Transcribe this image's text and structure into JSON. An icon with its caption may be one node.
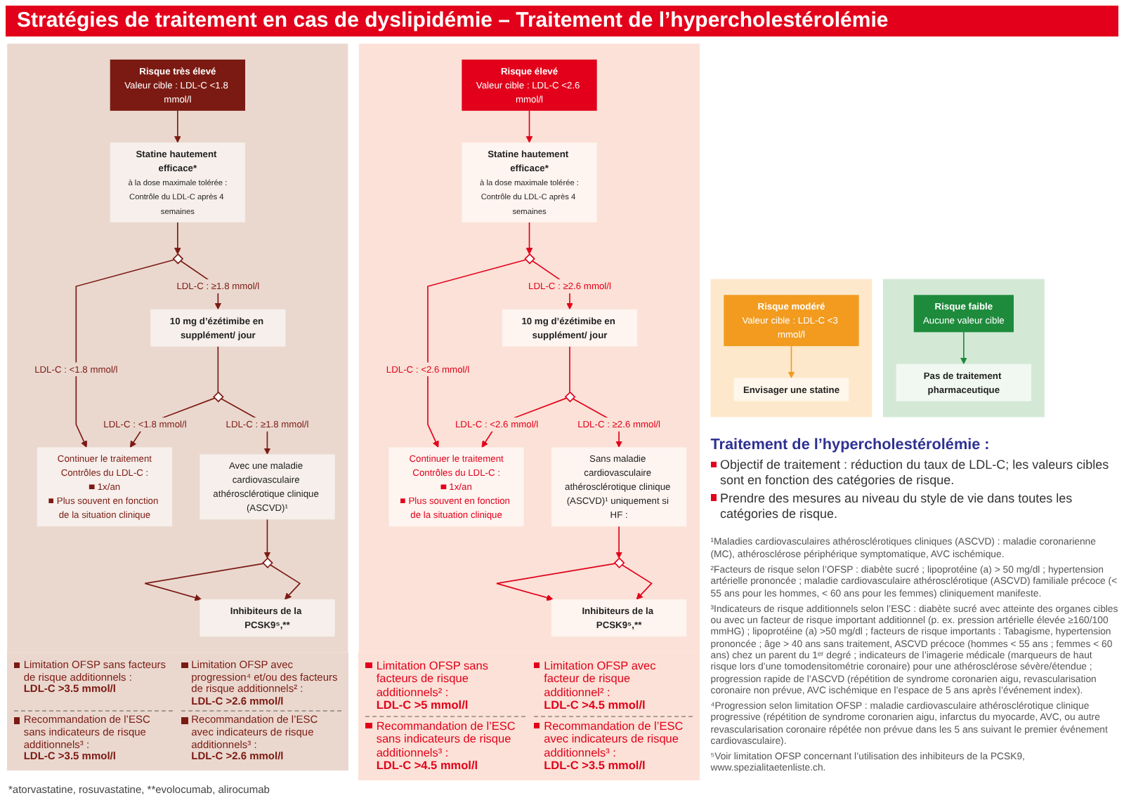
{
  "diagram": {
    "title": "Stratégies de traitement en cas de dyslipidémie – Traitement de l’hypercholestérolémie",
    "nodes": [
      {
        "text": [],
        "shape": "box"
      },
      {
        "text": [
          "Risque très élevé",
          "Valeur cible : LDL-C <1.8 mmol/l"
        ],
        "in": 0
      },
      {
        "text": [
          "Statine hautement efficace*",
          "à la dose maximale tolérée :",
          "Contrôle du LDL-C après 4 semaines"
        ],
        "in": 0
      },
      {
        "text": [],
        "shape": "diamond",
        "in": 0
      },
      {
        "text": [
          "Continuer le traitement",
          "Contrôles du LDL-C :",
          "1x/an",
          "Plus souvent en fonction de la situation clinique"
        ],
        "in": 0
      },
      {
        "text": [
          "10 mg d’ézétimibe en supplément/ jour"
        ],
        "in": 0
      },
      {
        "text": [],
        "shape": "diamond",
        "in": 0
      },
      {
        "text": [
          "Avec une maladie cardiovasculaire athérosclérotique clinique (ASCVD)¹"
        ],
        "in": 0
      },
      {
        "text": [],
        "shape": "diamond",
        "in": 0
      },
      {
        "text": [
          "Inhibiteurs de la PCSK9⁵,**"
        ],
        "in": 0
      },
      {
        "text": [],
        "shape": "box"
      },
      {
        "text": [
          "Risque élevé",
          "Valeur cible : LDL-C <2.6 mmol/l"
        ],
        "in": 10
      },
      {
        "text": [
          "Statine hautement efficace*",
          "à la dose maximale tolérée :",
          "Contrôle du LDL-C après 4 semaines"
        ],
        "in": 10
      },
      {
        "text": [],
        "shape": "diamond",
        "in": 10
      },
      {
        "text": [
          "10 mg d’ézétimibe en supplément/ jour"
        ],
        "in": 10
      },
      {
        "text": [
          "Continuer le traitement",
          "Contrôles du LDL-C :",
          "1x/an",
          "Plus souvent en fonction de la situation clinique"
        ],
        "in": 10
      },
      {
        "text": [],
        "shape": "diamond",
        "in": 10
      },
      {
        "text": [
          "Sans maladie cardiovasculaire athérosclérotique clinique (ASCVD)¹ uniquement si HF :"
        ],
        "in": 10
      },
      {
        "text": [],
        "shape": "diamond",
        "in": 10
      },
      {
        "text": [
          "Inhibiteurs de la PCSK9⁵,**"
        ],
        "in": 10
      },
      {
        "text": [],
        "shape": "box"
      },
      {
        "text": [
          "Risque modéré",
          "Valeur cible : LDL-C <3 mmol/l"
        ],
        "in": 20
      },
      {
        "text": [
          "Envisager une statine"
        ],
        "in": 20
      },
      {
        "text": [],
        "shape": "box"
      },
      {
        "text": [
          "Risque faible",
          "Aucune valeur cible"
        ],
        "in": 23
      },
      {
        "text": [
          "Pas de traitement pharmaceutique"
        ],
        "in": 23
      }
    ],
    "edges": [
      {
        "from": 1,
        "to": 2,
        "arrow": "to",
        "color": "#7b1a12"
      },
      {
        "from": 2,
        "to": 3,
        "arrow": "to",
        "color": "#7b1a12"
      },
      {
        "from": 3,
        "to": 4,
        "arrow": "to",
        "label": "LDL-C : <1.8 mmol/l",
        "color": "#7b1a12"
      },
      {
        "from": 3,
        "to": 5,
        "arrow": "to",
        "label": "LDL-C : ≥1.8 mmol/l",
        "color": "#7b1a12"
      },
      {
        "from": 5,
        "to": 6,
        "arrow": "none",
        "color": "#7b1a12"
      },
      {
        "from": 6,
        "to": 4,
        "arrow": "to",
        "label": "LDL-C : <1.8 mmol/l",
        "color": "#7b1a12"
      },
      {
        "from": 6,
        "to": 7,
        "arrow": "to",
        "label": "LDL-C : ≥1.8 mmol/l",
        "color": "#7b1a12"
      },
      {
        "from": 7,
        "to": 8,
        "arrow": "to",
        "color": "#7b1a12"
      },
      {
        "from": 8,
        "to": 9,
        "arrow": "to",
        "color": "#7b1a12"
      },
      {
        "from": 8,
        "to": 9,
        "arrow": "to",
        "color": "#7b1a12"
      },
      {
        "from": 11,
        "to": 12,
        "arrow": "to",
        "color": "#e2001a"
      },
      {
        "from": 12,
        "to": 13,
        "arrow": "to",
        "color": "#e2001a"
      },
      {
        "from": 13,
        "to": 14,
        "arrow": "to",
        "label": "LDL-C : ≥2.6 mmol/l",
        "color": "#e2001a"
      },
      {
        "from": 13,
        "to": 15,
        "arrow": "to",
        "label": "LDL-C : <2.6 mmol/l",
        "color": "#e2001a"
      },
      {
        "from": 14,
        "to": 16,
        "arrow": "none",
        "color": "#e2001a"
      },
      {
        "from": 16,
        "to": 15,
        "arrow": "to",
        "label": "LDL-C : <2.6 mmol/l",
        "color": "#e2001a"
      },
      {
        "from": 16,
        "to": 17,
        "arrow": "to",
        "label": "LDL-C : ≥2.6 mmol/l",
        "color": "#e2001a"
      },
      {
        "from": 17,
        "to": 18,
        "arrow": "to",
        "color": "#e2001a"
      },
      {
        "from": 18,
        "to": 19,
        "arrow": "to",
        "color": "#e2001a"
      },
      {
        "from": 18,
        "to": 19,
        "arrow": "to",
        "color": "#e2001a"
      },
      {
        "from": 21,
        "to": 22,
        "arrow": "to",
        "color": "#f29b1f"
      },
      {
        "from": 24,
        "to": 25,
        "arrow": "to",
        "color": "#1e8b3c"
      }
    ],
    "labels": [
      "Limitation OFSP sans facteurs de risque additionnels :",
      "LDL-C >3.5 mmol/l",
      "Limitation OFSP avec progression⁴ et/ou des facteurs de risque additionnels² :",
      "LDL-C >2.6 mmol/l",
      "Recommandation de l’ESC sans indicateurs de risque additionnels³ :",
      "LDL-C >3.5 mmol/l",
      "Recommandation de l’ESC avec indicateurs de risque additionnels³ :",
      "LDL-C >2.6 mmol/l",
      "Limitation OFSP sans facteurs de risque additionnels² :",
      "LDL-C >5 mmol/l",
      "Limitation OFSP avec facteur de risque additionnel² :",
      "LDL-C >4.5 mmol/l",
      "Recommandation de l’ESC sans indicateurs de risque additionnels³ :",
      "LDL-C >4.5 mmol/l",
      "Recommandation de l’ESC avec indicateurs de risque additionnels³ :",
      "LDL-C >3.5 mmol/l",
      "Traitement de l’hypercholestérolémie :",
      "Objectif de traitement : réduction du taux de LDL-C; les valeurs cibles sont en fonction des catégories de risque.",
      "Prendre des mesures au niveau du style de vie dans toutes les catégories de risque.",
      "¹Maladies cardiovasculaires athérosclérotiques cliniques (ASCVD) : maladie coronarienne (MC), athérosclérose périphérique symptomatique, AVC ischémique.",
      "²Facteurs de risque selon l’OFSP : diabète sucré ; lipoprotéine (a) > 50 mg/dl ; hypertension artérielle prononcée ; maladie cardiovasculaire athérosclérotique (ASCVD) familiale précoce (< 55 ans pour les hommes, < 60 ans pour les femmes) cliniquement manifeste.",
      "³Indicateurs de risque additionnels selon l’ESC : diabète sucré avec atteinte des organes cibles ou avec un facteur de risque important additionnel (p. ex. pression artérielle élevée ≥160/100 mmHG) ; lipoprotéine (a) >50 mg/dl ; facteurs de risque importants : Tabagisme, hypertension prononcée ; âge > 40 ans sans traitement, ASCVD précoce (hommes < 55 ans ; femmes < 60 ans) chez un parent du 1ᵉʳ degré ; indicateurs de l’imagerie médicale (marqueurs de haut risque lors d’une tomodensitométrie coronaire) pour une athérosclérose sévère/étendue ; progression rapide de l’ASCVD (répétition de syndrome coronarien aigu, revascularisation coronaire non prévue, AVC ischémique en l’espace de 5 ans après l’événement index).",
      "⁴Progression selon limitation OFSP : maladie cardiovasculaire athérosclérotique clinique progressive (répétition de syndrome coronarien aigu, infarctus du myocarde, AVC, ou autre revascularisation coronaire répétée non prévue dans les 5 ans suivant le premier événement cardiovasculaire).",
      "⁵Voir limitation OFSP concernant l’utilisation des inhibiteurs de la PCSK9, www.spezialitaetenliste.ch.",
      "*atorvastatine, rosuvastatine, **evolocumab, alirocumab"
    ]
  }
}
